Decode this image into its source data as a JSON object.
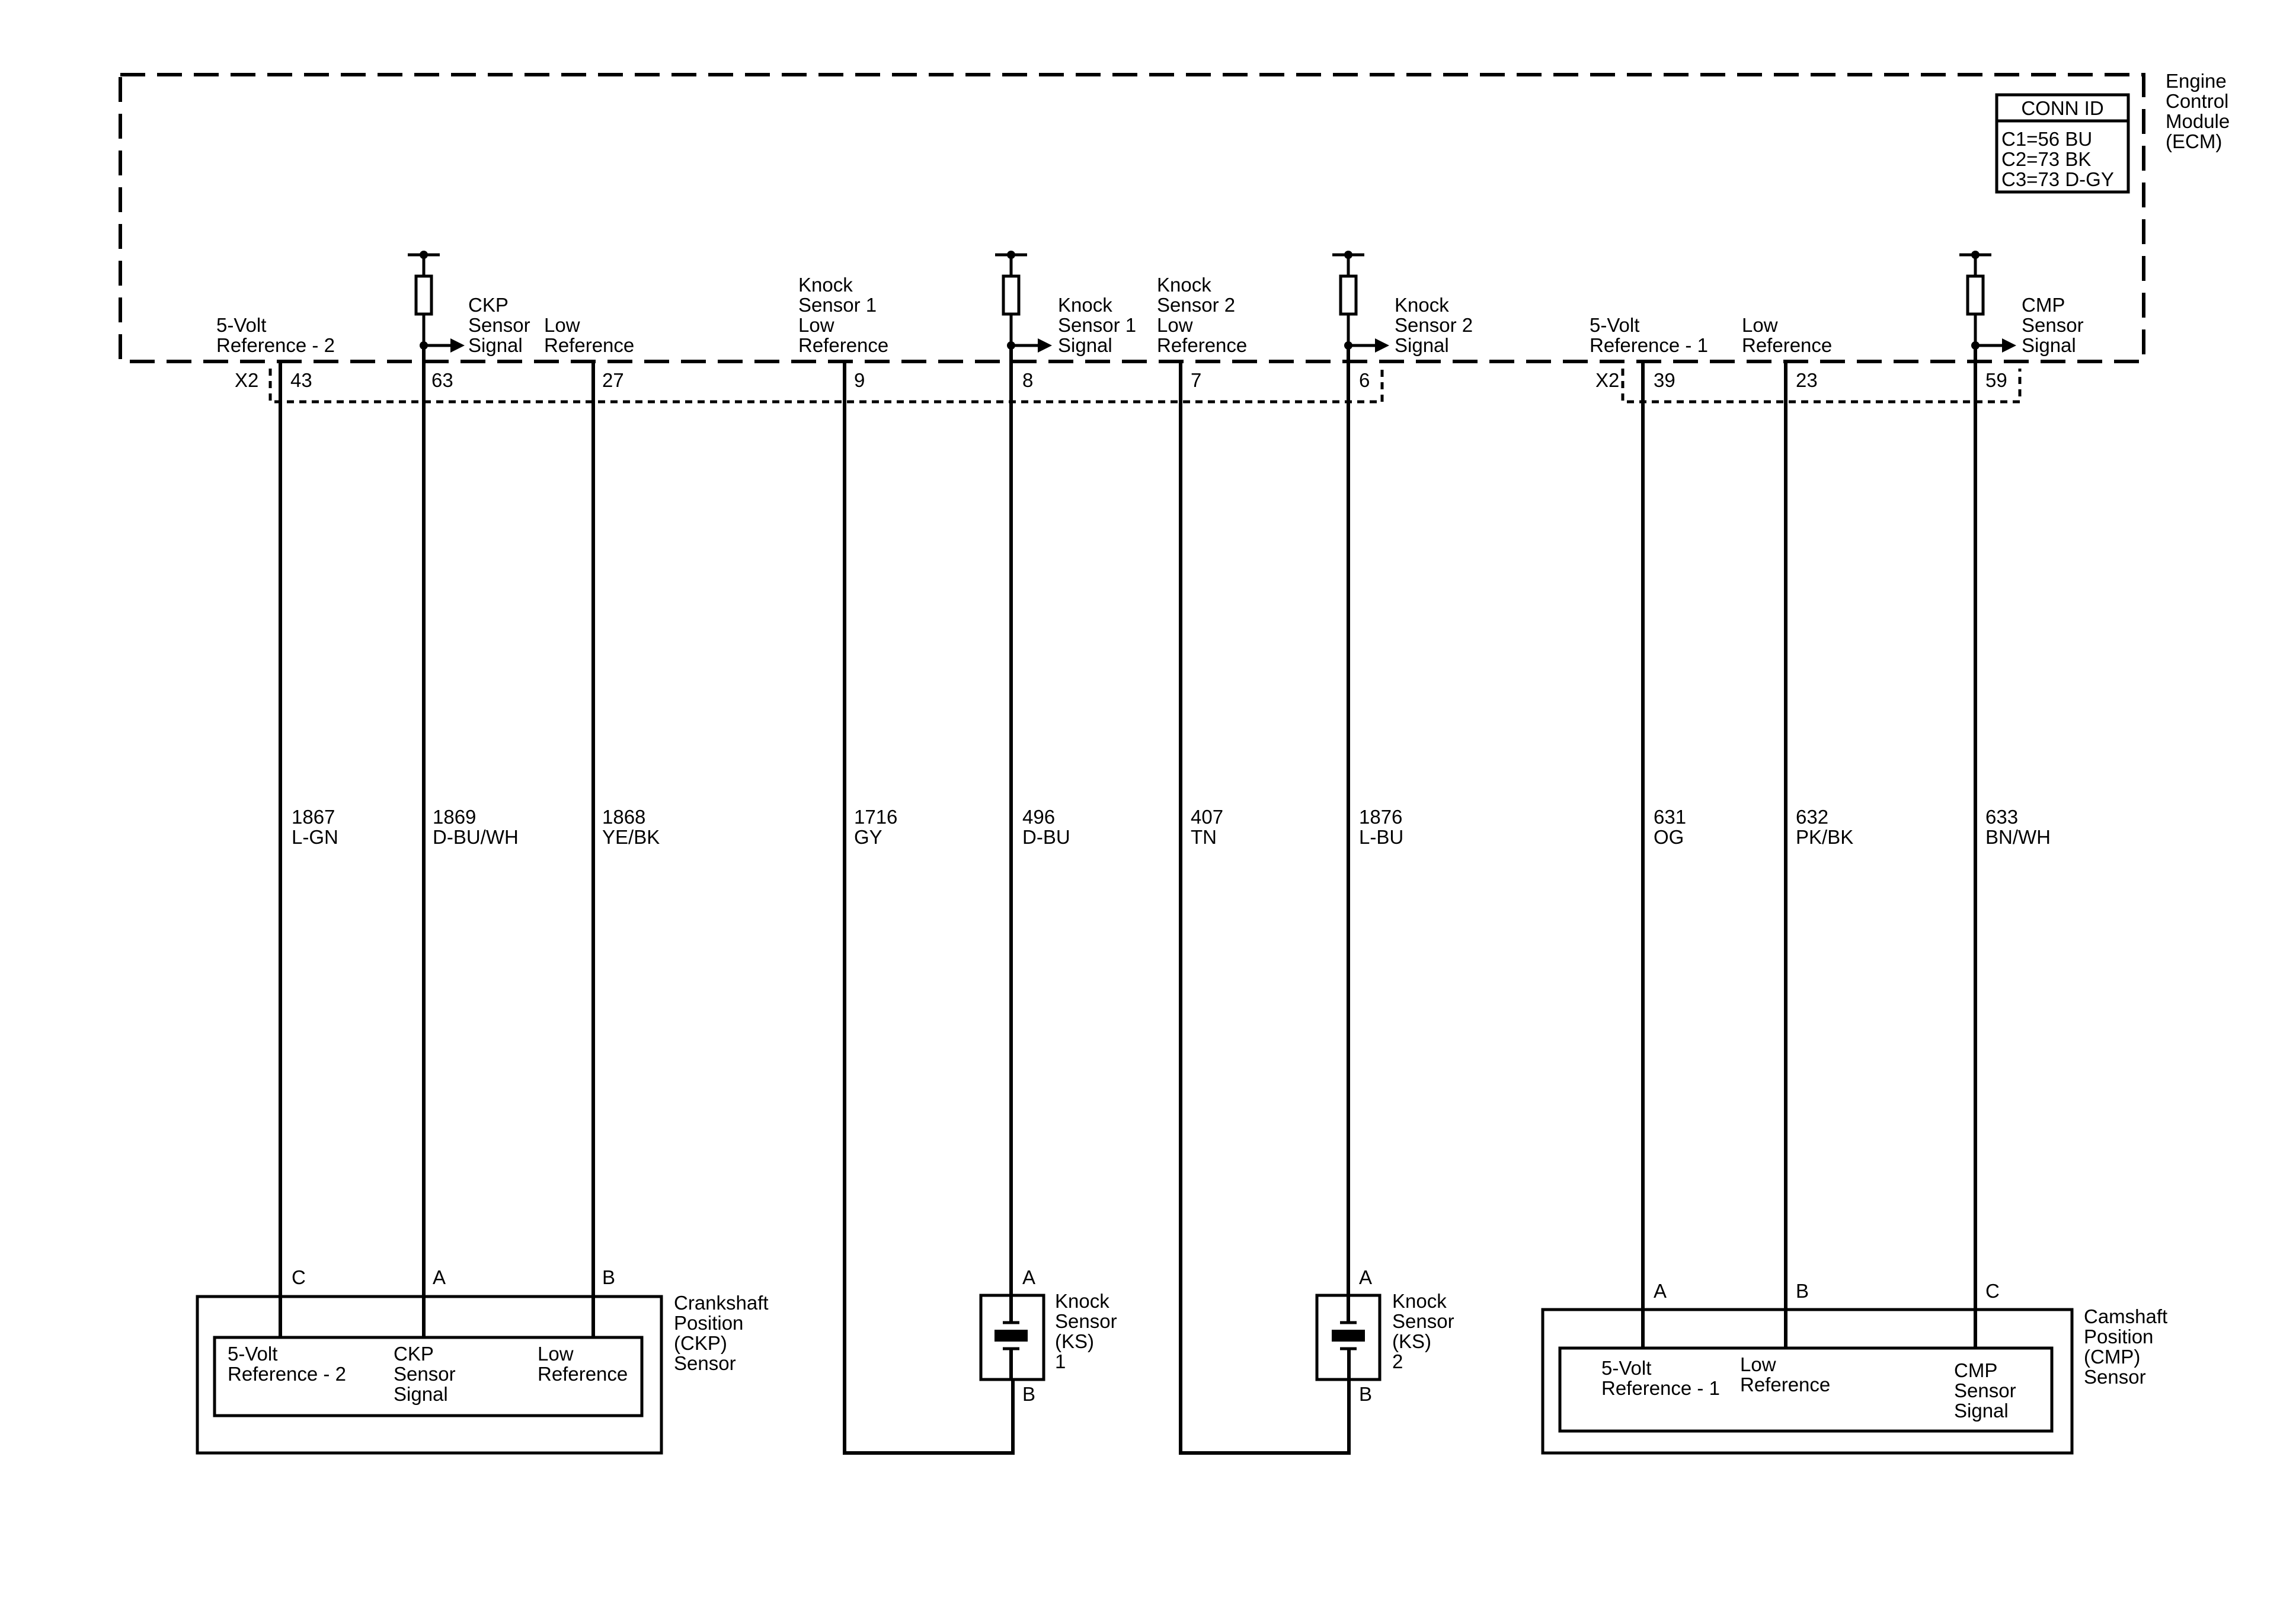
{
  "ecm": {
    "label": [
      "Engine",
      "Control",
      "Module",
      "(ECM)"
    ],
    "conn_id": {
      "title": "CONN ID",
      "rows": [
        "C1=56 BU",
        "C2=73 BK",
        "C3=73 D-GY"
      ]
    },
    "connector_1": "X2",
    "connector_2": "X2"
  },
  "circuits": [
    {
      "id": "ref2",
      "pin": "43",
      "function": [
        "5-Volt",
        "Reference - 2"
      ],
      "circuit": "1867",
      "color": "L-GN"
    },
    {
      "id": "ckp",
      "pin": "63",
      "function": [
        "CKP",
        "Sensor",
        "Signal"
      ],
      "circuit": "1869",
      "color": "D-BU/WH"
    },
    {
      "id": "low1",
      "pin": "27",
      "function": [
        "Low",
        "Reference"
      ],
      "circuit": "1868",
      "color": "YE/BK"
    },
    {
      "id": "ks1lo",
      "pin": "9",
      "function": [
        "Knock",
        "Sensor 1",
        "Low",
        "Reference"
      ],
      "circuit": "1716",
      "color": "GY"
    },
    {
      "id": "ks1",
      "pin": "8",
      "function": [
        "Knock",
        "Sensor 1",
        "Signal"
      ],
      "circuit": "496",
      "color": "D-BU"
    },
    {
      "id": "ks2lo",
      "pin": "7",
      "function": [
        "Knock",
        "Sensor 2",
        "Low",
        "Reference"
      ],
      "circuit": "407",
      "color": "TN"
    },
    {
      "id": "ks2",
      "pin": "6",
      "function": [
        "Knock",
        "Sensor 2",
        "Signal"
      ],
      "circuit": "1876",
      "color": "L-BU"
    },
    {
      "id": "ref1",
      "pin": "39",
      "function": [
        "5-Volt",
        "Reference - 1"
      ],
      "circuit": "631",
      "color": "OG"
    },
    {
      "id": "low2",
      "pin": "23",
      "function": [
        "Low",
        "Reference"
      ],
      "circuit": "632",
      "color": "PK/BK"
    },
    {
      "id": "cmp",
      "pin": "59",
      "function": [
        "CMP",
        "Sensor",
        "Signal"
      ],
      "circuit": "633",
      "color": "BN/WH"
    }
  ],
  "ckp_sensor": {
    "label": [
      "Crankshaft",
      "Position",
      "(CKP)",
      "Sensor"
    ],
    "pins": [
      "C",
      "A",
      "B"
    ],
    "functions": [
      [
        "5-Volt",
        "Reference - 2"
      ],
      [
        "CKP",
        "Sensor",
        "Signal"
      ],
      [
        "Low",
        "Reference"
      ]
    ]
  },
  "ks1_sensor": {
    "label": [
      "Knock",
      "Sensor",
      "(KS)",
      "1"
    ],
    "pin_top": "A",
    "pin_bottom": "B"
  },
  "ks2_sensor": {
    "label": [
      "Knock",
      "Sensor",
      "(KS)",
      "2"
    ],
    "pin_top": "A",
    "pin_bottom": "B"
  },
  "cmp_sensor": {
    "label": [
      "Camshaft",
      "Position",
      "(CMP)",
      "Sensor"
    ],
    "pins": [
      "A",
      "B",
      "C"
    ],
    "functions": [
      [
        "5-Volt",
        "Reference - 1"
      ],
      [
        "Low",
        "Reference"
      ],
      [
        "CMP",
        "Sensor",
        "Signal"
      ]
    ]
  }
}
